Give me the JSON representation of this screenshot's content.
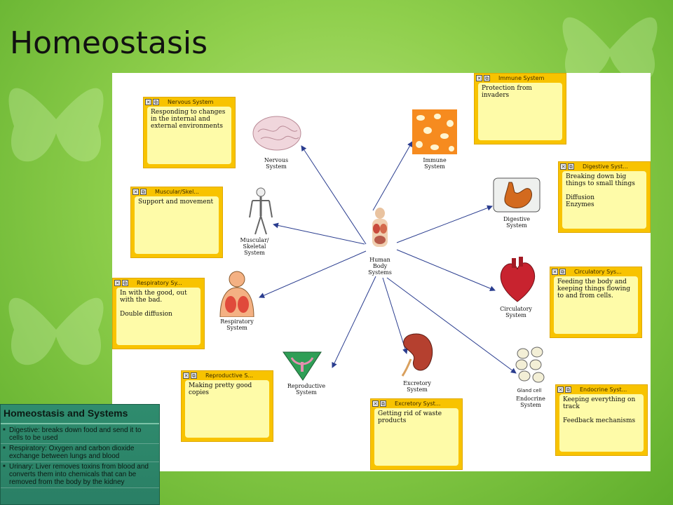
{
  "slide": {
    "title": "Homeostasis"
  },
  "diagram": {
    "center_label": "Human\nBody\nSystems",
    "systems": [
      {
        "label": "Nervous\nSystem"
      },
      {
        "label": "Immune\nSystem"
      },
      {
        "label": "Muscular/\nSkeletal\nSystem"
      },
      {
        "label": "Digestive\nSystem"
      },
      {
        "label": "Respiratory\nSystem"
      },
      {
        "label": "Circulatory\nSystem"
      },
      {
        "label": "Reproductive\nSystem"
      },
      {
        "label": "Excretory\nSystem"
      },
      {
        "label": "Endocrine\nSystem"
      }
    ],
    "gland_cell_label": "Gland cell",
    "notes": [
      {
        "title": "Nervous System",
        "text": "Responding to changes\nin the internal and\nexternal environments"
      },
      {
        "title": "Immune System",
        "text": "Protection from invaders"
      },
      {
        "title": "Muscular/Skel...",
        "text": "Support and movement"
      },
      {
        "title": "Digestive Syst...",
        "text": "Breaking down big\nthings to small things\n\nDiffusion\nEnzymes"
      },
      {
        "title": "Respiratory Sy...",
        "text": "In with the good, out\nwith the bad.\n\nDouble diffusion"
      },
      {
        "title": "Circulatory Sys...",
        "text": "Feeding the body and\nkeeping things flowing\nto and from cells."
      },
      {
        "title": "Reproductive S...",
        "text": "Making pretty good\ncopies"
      },
      {
        "title": "Excretory Syst...",
        "text": "Getting rid of waste\nproducts"
      },
      {
        "title": "Endocrine Syst...",
        "text": "Keeping everything on\ntrack\n\nFeedback mechanisms"
      }
    ],
    "note_button_glyphs": [
      "✕",
      "⧉"
    ]
  },
  "summary": {
    "title": "Homeostasis and Systems",
    "items": [
      "Digestive: breaks down food and send it to cells to be used",
      "Respiratory: Oxygen and carbon dioxide exchange between lungs and blood",
      "Urinary: Liver removes toxins from blood and converts them into chemicals that can be removed from the body by the kidney"
    ]
  },
  "colors": {
    "note_frame": "#f8c300",
    "note_body": "#fefba8",
    "arrow": "#2a3d8f",
    "summary_bg": "#2f8c6e"
  }
}
